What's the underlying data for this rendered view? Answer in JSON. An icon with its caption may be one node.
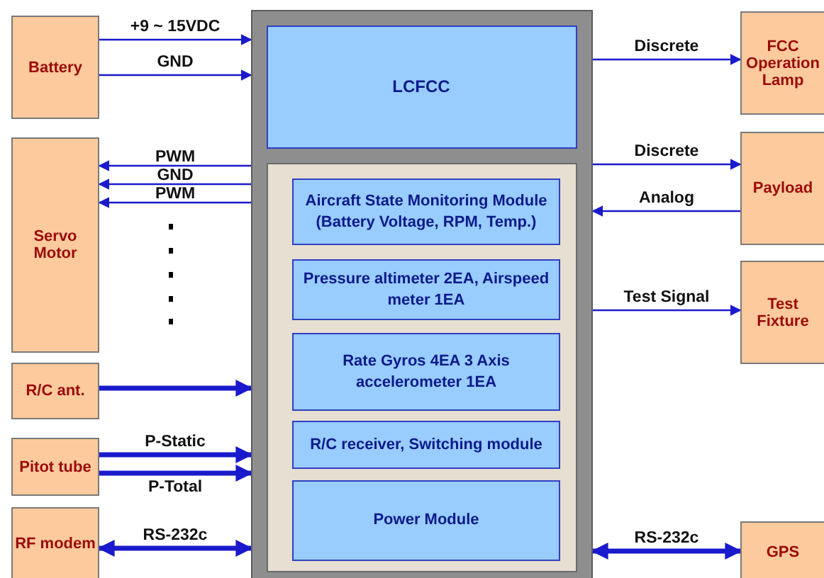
{
  "diagram": {
    "nodes": [
      {
        "text": [
          "Battery"
        ]
      },
      {
        "text": [
          "Servo Motor"
        ]
      },
      {
        "text": [
          "R/C ant."
        ]
      },
      {
        "text": [
          "Pitot tube"
        ]
      },
      {
        "text": [
          "RF modem"
        ]
      },
      {
        "text": [],
        "shape": "box"
      },
      {
        "text": [
          "LCFCC"
        ],
        "in": 5
      },
      {
        "text": [],
        "shape": "box",
        "in": 5
      },
      {
        "text": [
          "Aircraft State Monitoring Module (Battery Voltage, RPM, Temp.)"
        ],
        "in": 7
      },
      {
        "text": [
          "Pressure altimeter 2EA, Airspeed meter 1EA"
        ],
        "in": 7
      },
      {
        "text": [
          "Rate Gyros 4EA 3 Axis accelerometer 1EA"
        ],
        "in": 7
      },
      {
        "text": [
          "R/C receiver, Switching module"
        ],
        "in": 7
      },
      {
        "text": [
          "Power Module"
        ],
        "in": 7
      },
      {
        "text": [
          "FCC Operation Lamp"
        ]
      },
      {
        "text": [
          "Payload"
        ]
      },
      {
        "text": [
          "Test Fixture"
        ]
      },
      {
        "text": [
          "GPS"
        ]
      }
    ],
    "edges": [
      {
        "from": 0,
        "to": 5,
        "arrow": "to",
        "label": "+9 ~ 15VDC"
      },
      {
        "from": 0,
        "to": 5,
        "arrow": "to",
        "label": "GND"
      },
      {
        "from": 5,
        "to": 1,
        "arrow": "to",
        "label": "PWM"
      },
      {
        "from": 5,
        "to": 1,
        "arrow": "to",
        "label": "GND"
      },
      {
        "from": 5,
        "to": 1,
        "arrow": "to",
        "label": "PWM"
      },
      {
        "from": 2,
        "to": 5,
        "arrow": "to",
        "style": "thick"
      },
      {
        "from": 3,
        "to": 5,
        "arrow": "to",
        "label": "P-Static",
        "style": "thick"
      },
      {
        "from": 3,
        "to": 5,
        "arrow": "to",
        "label": "P-Total",
        "style": "thick"
      },
      {
        "from": 4,
        "to": 5,
        "arrow": "both",
        "label": "RS-232c",
        "style": "thick"
      },
      {
        "from": 5,
        "to": 13,
        "arrow": "to",
        "label": "Discrete"
      },
      {
        "from": 5,
        "to": 14,
        "arrow": "to",
        "label": "Discrete"
      },
      {
        "from": 14,
        "to": 5,
        "arrow": "to",
        "label": "Analog"
      },
      {
        "from": 5,
        "to": 15,
        "arrow": "to",
        "label": "Test Signal"
      },
      {
        "from": 5,
        "to": 16,
        "arrow": "both",
        "label": "RS-232c",
        "style": "thick"
      }
    ]
  }
}
